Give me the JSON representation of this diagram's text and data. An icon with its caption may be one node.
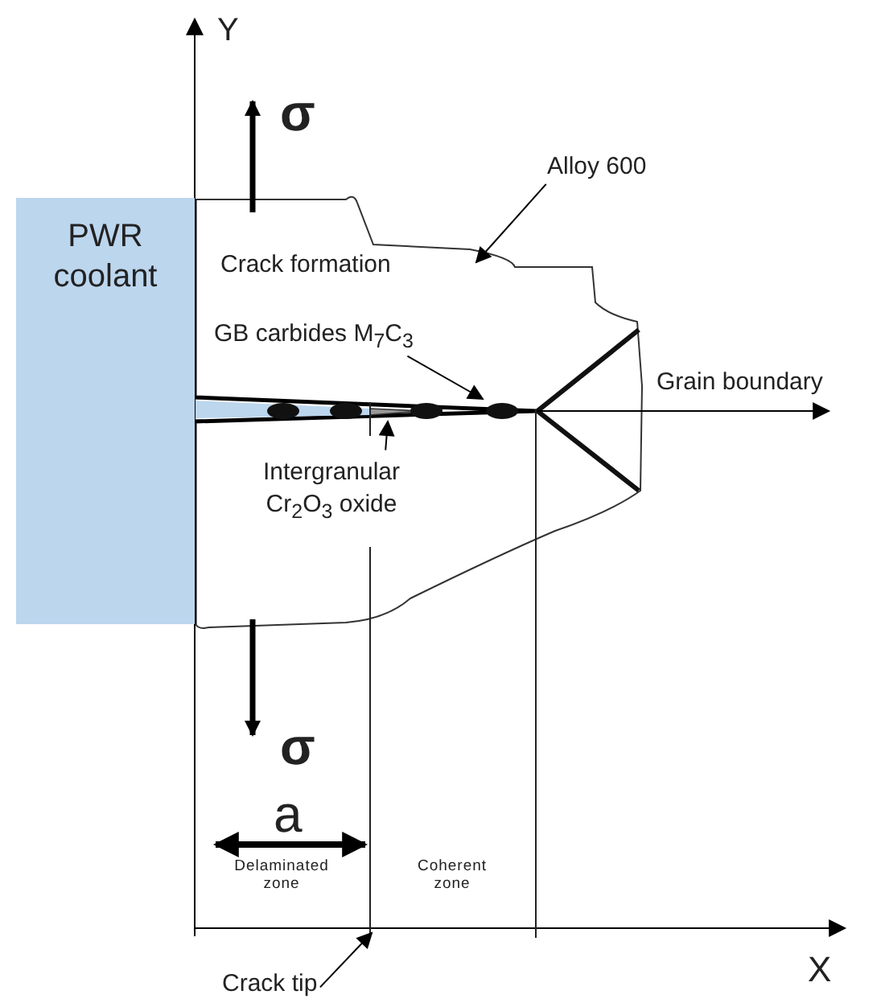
{
  "diagram": {
    "nodes": [
      {
        "text": [
          "PWR coolant"
        ]
      },
      {
        "text": [
          "Alloy 600"
        ]
      },
      {
        "text": [
          "GB carbides M$_{7}$C$_{3}$"
        ]
      },
      {
        "text": [
          "Intergranular Cr$_{2}$O$_{3}$ oxide"
        ]
      },
      {
        "text": [
          "Crack tip"
        ]
      }
    ],
    "edges": [
      {
        "from": 1,
        "to": null,
        "arrow": "to"
      },
      {
        "from": 2,
        "to": null,
        "arrow": "to"
      },
      {
        "from": 3,
        "to": null,
        "arrow": "to"
      },
      {
        "from": 4,
        "to": null,
        "arrow": "to"
      }
    ],
    "labels": [
      "Y",
      "σ",
      "Crack formation",
      "Grain boundary",
      "σ",
      "a",
      "Delaminated zone",
      "Coherent zone",
      "X"
    ]
  }
}
